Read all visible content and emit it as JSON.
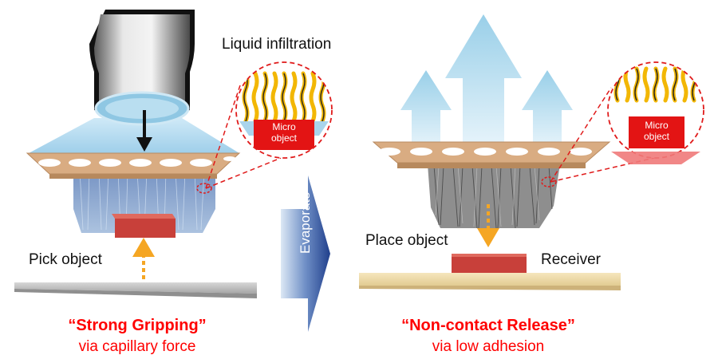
{
  "figure": {
    "left_panel": {
      "liquid_label": "Liquid infiltration",
      "micro_object_line1": "Micro",
      "micro_object_line2": "object",
      "pick_label": "Pick object",
      "headline": "“Strong Gripping”",
      "subline": "via capillary force"
    },
    "middle": {
      "evaporate_label": "Evaporate"
    },
    "right_panel": {
      "micro_object_line1": "Micro",
      "micro_object_line2": "object",
      "place_label": "Place object",
      "receiver_label": "Receiver",
      "headline": "“Non-contact Release”",
      "subline": "via low adhesion"
    }
  },
  "colors": {
    "accent_red": "#ff0000",
    "arrow_orange": "#f5a623",
    "stamp_tan": "#d9ac82",
    "object_red": "#c8403a",
    "liquid_blue": "#a9d4ec",
    "evaporate_blue": "#2e4e9a"
  }
}
